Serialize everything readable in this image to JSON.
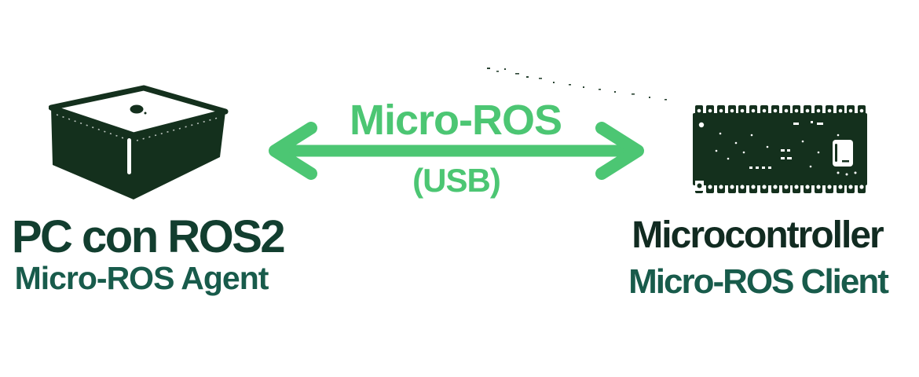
{
  "colors": {
    "background": "#ffffff",
    "accent_green": "#4CC673",
    "ink_dark": "#14301D",
    "left_title_color": "#123E2F",
    "right_title_color": "#112B21",
    "teal": "#185B4B"
  },
  "left_node": {
    "title": "PC con ROS2",
    "subtitle": "Micro-ROS Agent",
    "illustration": "mini-pc-isometric"
  },
  "link": {
    "label": "Micro-ROS",
    "transport": "(USB)",
    "style": "double-headed-arrow"
  },
  "right_node": {
    "title": "Microcontroller",
    "subtitle": "Micro-ROS Client",
    "illustration": "microcontroller-dev-board"
  }
}
